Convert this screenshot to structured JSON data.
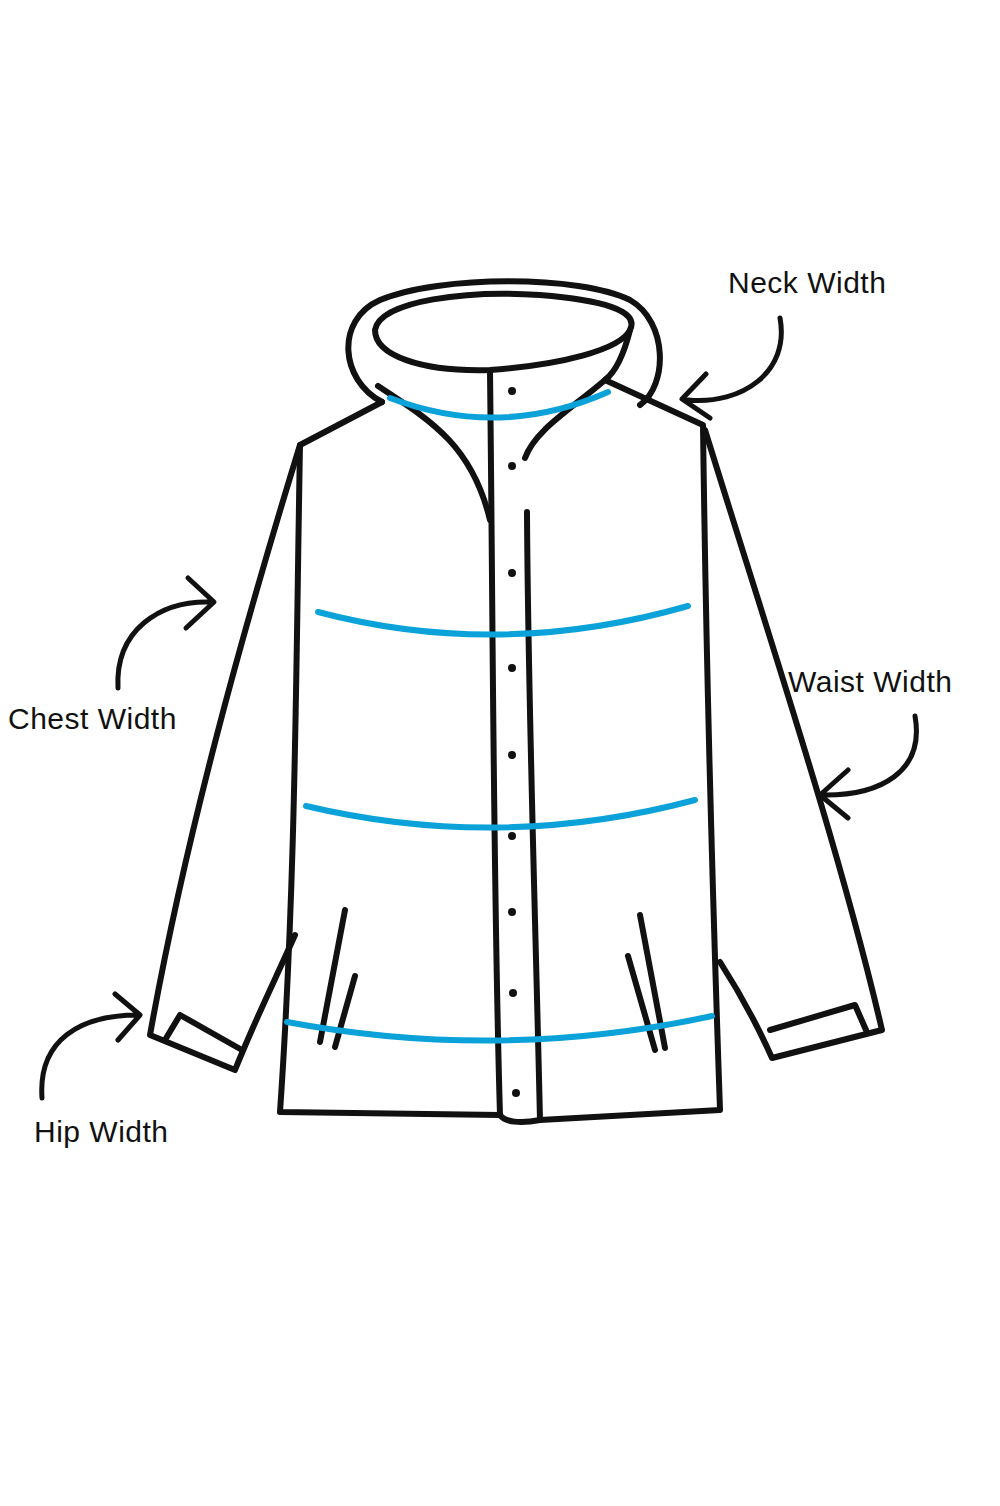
{
  "diagram": {
    "labels": [
      "Neck Width",
      "Chest Width",
      "Waist Width",
      "Hip Width"
    ]
  }
}
